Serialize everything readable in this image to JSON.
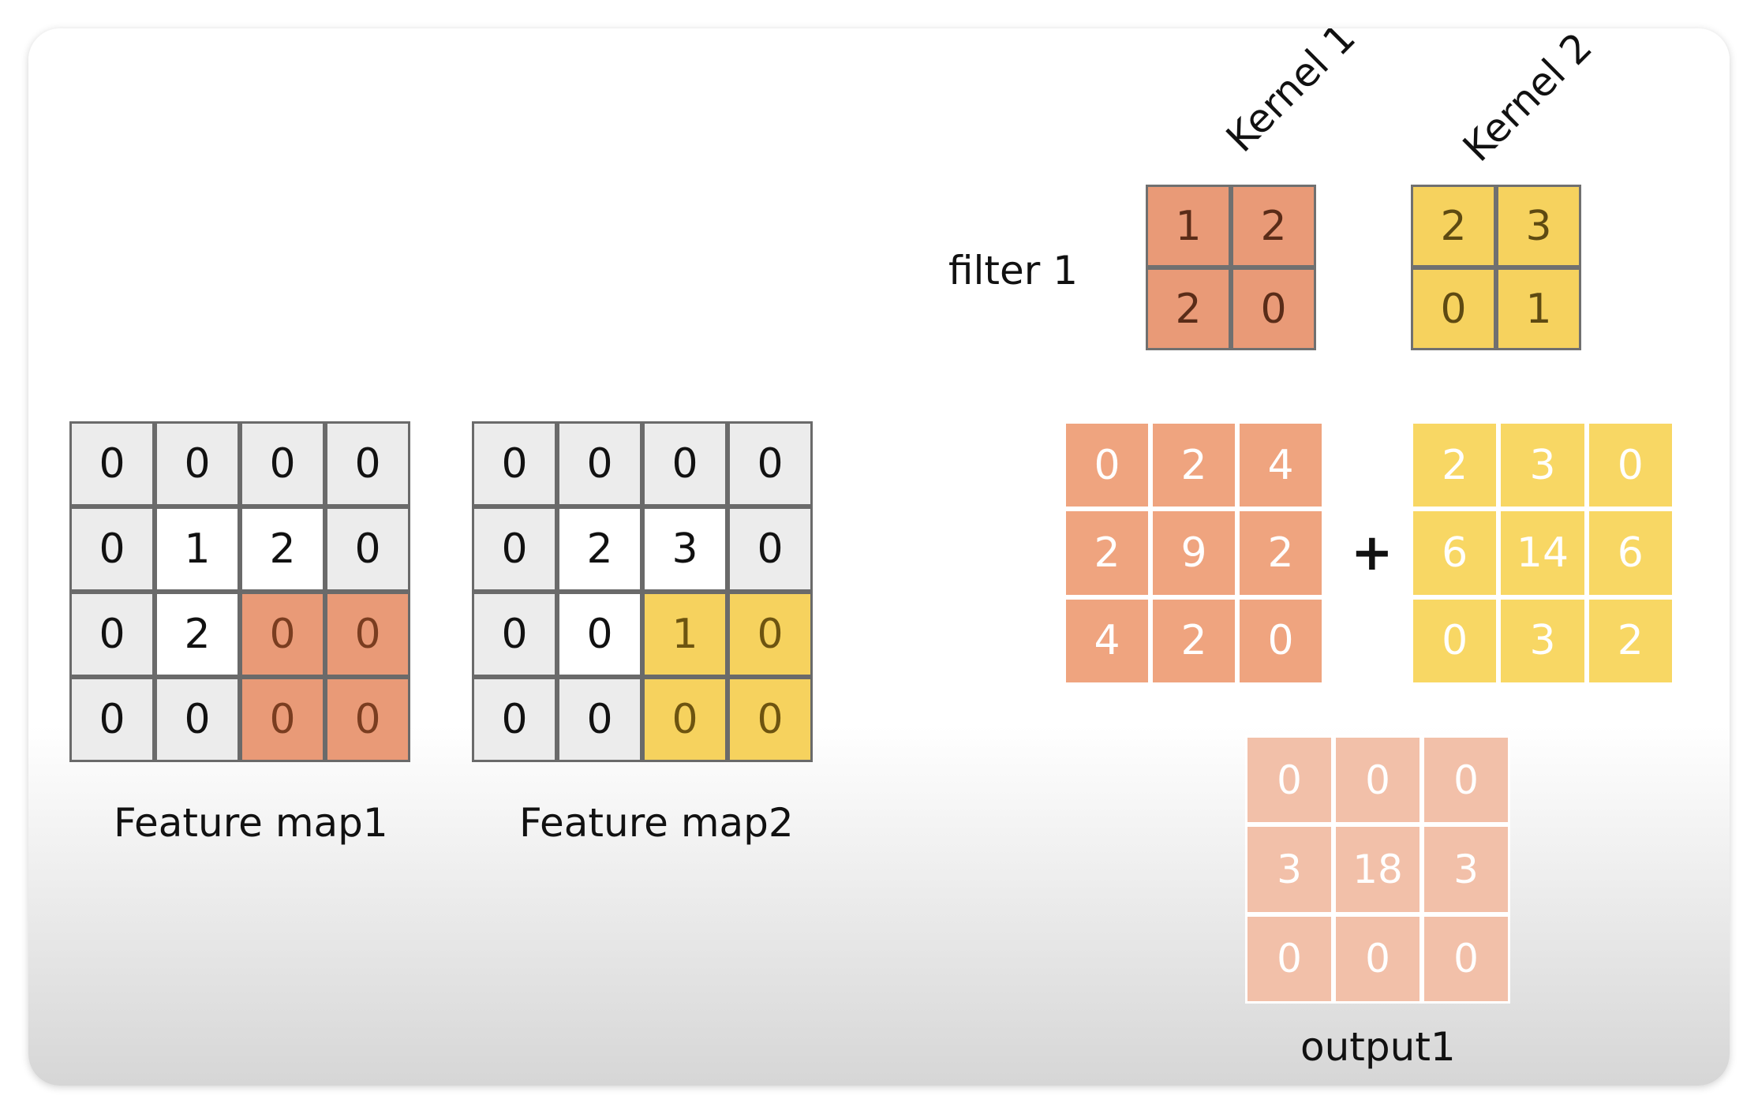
{
  "feature_map1": {
    "label": "Feature map1",
    "cells": [
      [
        "0",
        "0",
        "0",
        "0"
      ],
      [
        "0",
        "1",
        "2",
        "0"
      ],
      [
        "0",
        "2",
        "0",
        "0"
      ],
      [
        "0",
        "0",
        "0",
        "0"
      ]
    ]
  },
  "feature_map2": {
    "label": "Feature map2",
    "cells": [
      [
        "0",
        "0",
        "0",
        "0"
      ],
      [
        "0",
        "2",
        "3",
        "0"
      ],
      [
        "0",
        "0",
        "1",
        "0"
      ],
      [
        "0",
        "0",
        "0",
        "0"
      ]
    ]
  },
  "filter_label": "filter 1",
  "kernel1": {
    "label": "Kernel 1",
    "cells": [
      [
        "1",
        "2"
      ],
      [
        "2",
        "0"
      ]
    ]
  },
  "kernel2": {
    "label": "Kernel 2",
    "cells": [
      [
        "2",
        "3"
      ],
      [
        "0",
        "1"
      ]
    ]
  },
  "result1": {
    "cells": [
      [
        "0",
        "2",
        "4"
      ],
      [
        "2",
        "9",
        "2"
      ],
      [
        "4",
        "2",
        "0"
      ]
    ]
  },
  "plus_sign": "+",
  "result2": {
    "cells": [
      [
        "2",
        "3",
        "0"
      ],
      [
        "6",
        "14",
        "6"
      ],
      [
        "0",
        "3",
        "2"
      ]
    ]
  },
  "output1": {
    "label": "output1",
    "cells": [
      [
        "0",
        "0",
        "0"
      ],
      [
        "3",
        "18",
        "3"
      ],
      [
        "0",
        "0",
        "0"
      ]
    ]
  },
  "colors": {
    "kernel1": "#e99a77",
    "kernel2": "#f6d25e",
    "output": "#f2c0a9"
  }
}
